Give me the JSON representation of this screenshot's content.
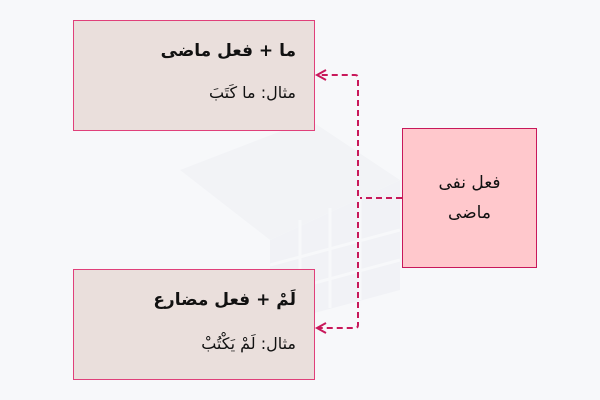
{
  "diagram": {
    "main_node": {
      "label": "فعل نفی ماضی"
    },
    "branches": [
      {
        "title": "ما + فعل ماضی",
        "example": "مثال: ما كَتَبَ"
      },
      {
        "title": "لَمْ + فعل مضارع",
        "example": "مثال: لَمْ يَكْتُبْ"
      }
    ],
    "colors": {
      "background": "#f7f8fa",
      "branch_fill": "#eadfdc",
      "branch_border": "#e0407a",
      "main_fill": "#ffc8cc",
      "main_border": "#c8185a",
      "connector": "#c8185a"
    }
  }
}
